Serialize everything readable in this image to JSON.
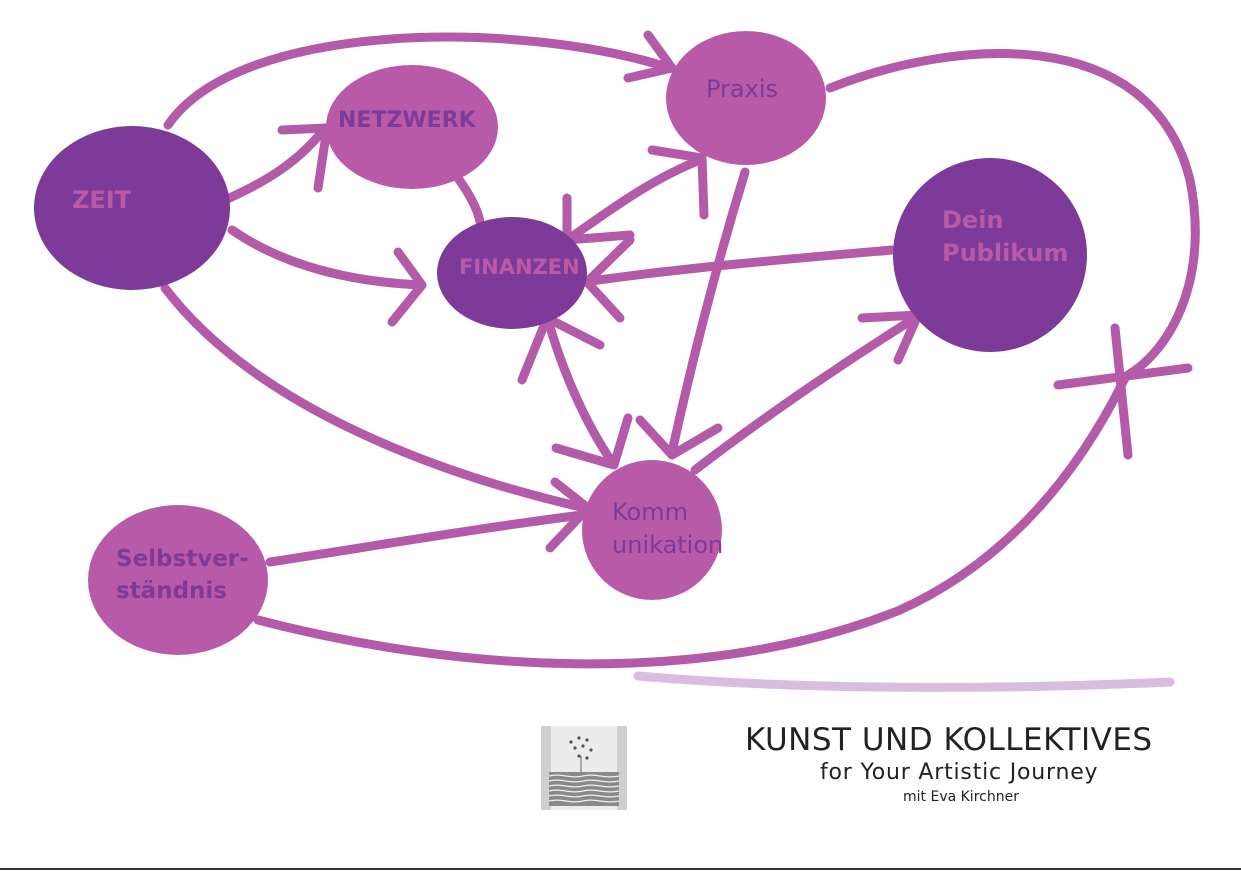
{
  "colors": {
    "light_node": "#b95aa8",
    "dark_node": "#7e3a98",
    "arrow": "#b35aa8",
    "accent_line": "#d9bde0",
    "label_dark": "#7e3a98",
    "label_light": "#b95aa8"
  },
  "nodes": {
    "zeit": "ZEIT",
    "netzwerk": "NETZWERK",
    "praxis": "Praxis",
    "finanzen": "FINANZEN",
    "publikum_line1": "Dein",
    "publikum_line2": "Publikum",
    "kommunikation_line1": "Komm",
    "kommunikation_line2": "unikation",
    "selbst_line1": "Selbstver-",
    "selbst_line2": "ständnis"
  },
  "footer": {
    "title": "KUNST UND KOLLEKTIVES",
    "subtitle": "for Your Artistic Journey",
    "author": "mit Eva Kirchner"
  }
}
